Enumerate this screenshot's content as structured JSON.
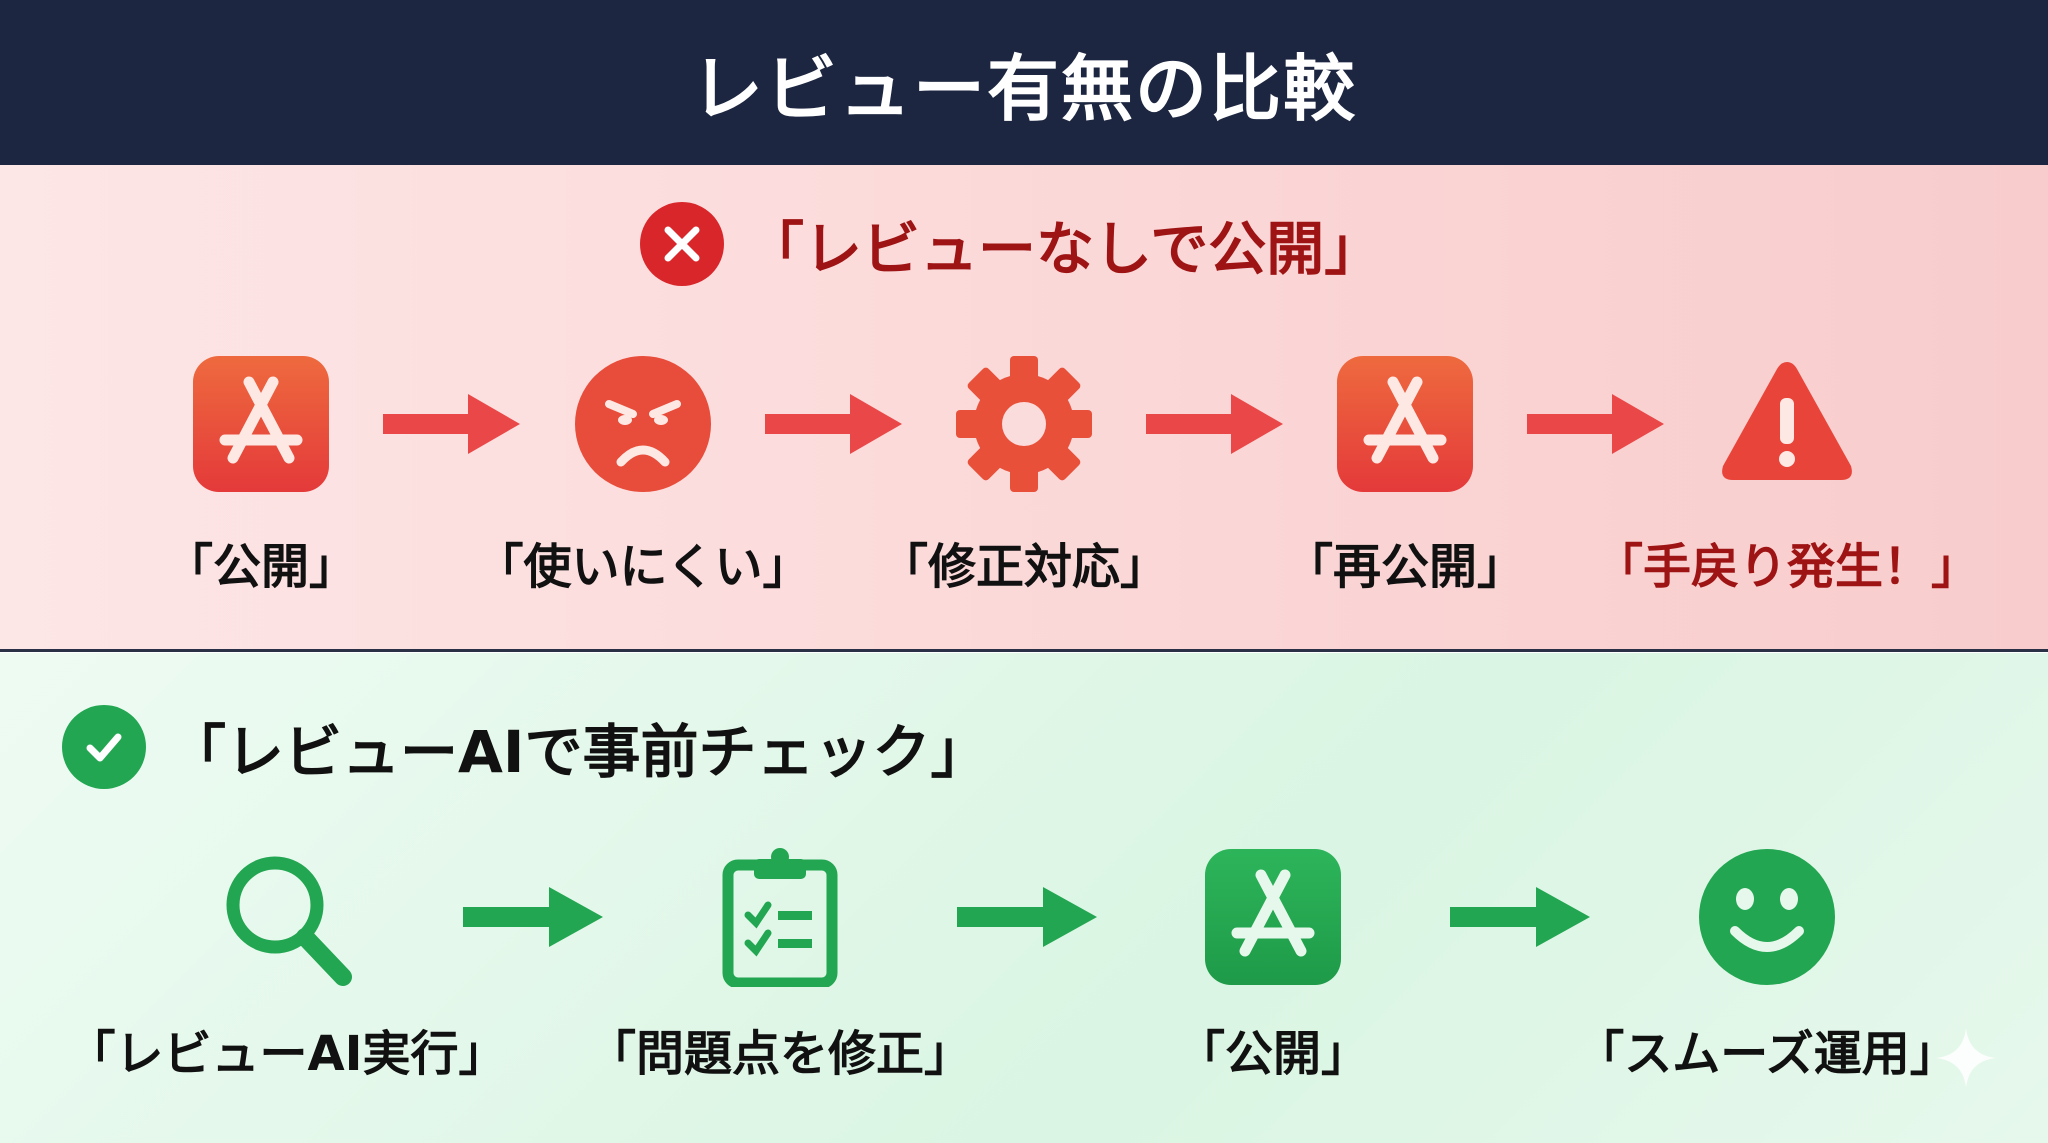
{
  "title": "レビュー有無の比較",
  "colors": {
    "header": "#1c2640",
    "red": "#e8463a",
    "dark_red": "#9e1414",
    "green": "#22a651"
  },
  "without_review": {
    "heading": "「レビューなしで公開」",
    "icon": "x-circle-icon",
    "steps": [
      {
        "icon": "app-store-icon",
        "label": "「公開」"
      },
      {
        "icon": "angry-face-icon",
        "label": "「使いにくい」"
      },
      {
        "icon": "gear-icon",
        "label": "「修正対応」"
      },
      {
        "icon": "app-store-icon",
        "label": "「再公開」"
      },
      {
        "icon": "warning-icon",
        "label": "「手戻り発生！」"
      }
    ]
  },
  "with_review": {
    "heading": "「レビューAIで事前チェック」",
    "icon": "check-circle-icon",
    "steps": [
      {
        "icon": "magnifier-icon",
        "label": "「レビューAI実行」"
      },
      {
        "icon": "clipboard-checklist-icon",
        "label": "「問題点を修正」"
      },
      {
        "icon": "app-store-icon",
        "label": "「公開」"
      },
      {
        "icon": "smile-face-icon",
        "label": "「スムーズ運用」"
      }
    ]
  }
}
